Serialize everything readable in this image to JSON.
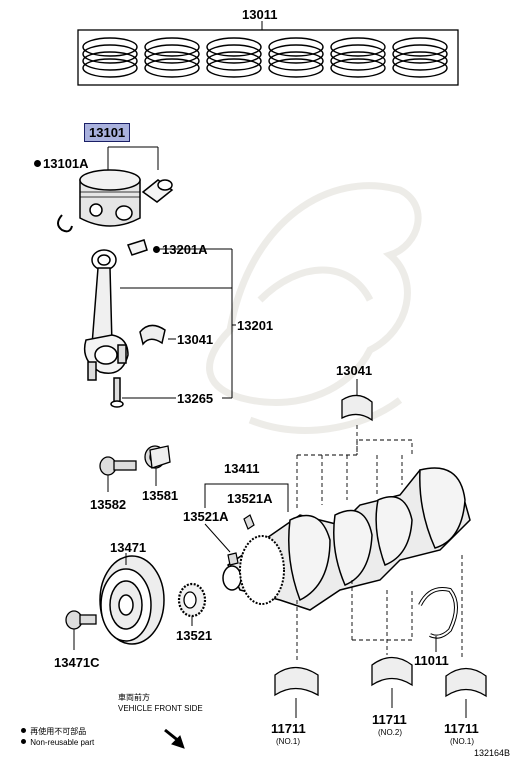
{
  "labels": {
    "p13011": "13011",
    "p13101": "13101",
    "p13101A": "13101A",
    "p13201A": "13201A",
    "p13201": "13201",
    "p13041_rod": "13041",
    "p13265": "13265",
    "p13041_main": "13041",
    "p13582": "13582",
    "p13581": "13581",
    "p13411": "13411",
    "p13521A_upper": "13521A",
    "p13521A_lower": "13521A",
    "p13471": "13471",
    "p13521": "13521",
    "p13471C": "13471C",
    "p11011": "11011",
    "p11711_a": "11711",
    "p11711_b": "11711",
    "p11711_c": "11711"
  },
  "sublabels": {
    "no1_a": "(NO.1)",
    "no2": "(NO.2)",
    "no1_c": "(NO.1)"
  },
  "front_indicator": {
    "jp": "車両前方",
    "en": "VEHICLE FRONT SIDE"
  },
  "legend": {
    "jp": "再使用不可部品",
    "en": "Non-reusable part"
  },
  "figure_id": "132164B",
  "icons": [
    "non-reusable-dot-icon",
    "front-arrow-icon"
  ]
}
